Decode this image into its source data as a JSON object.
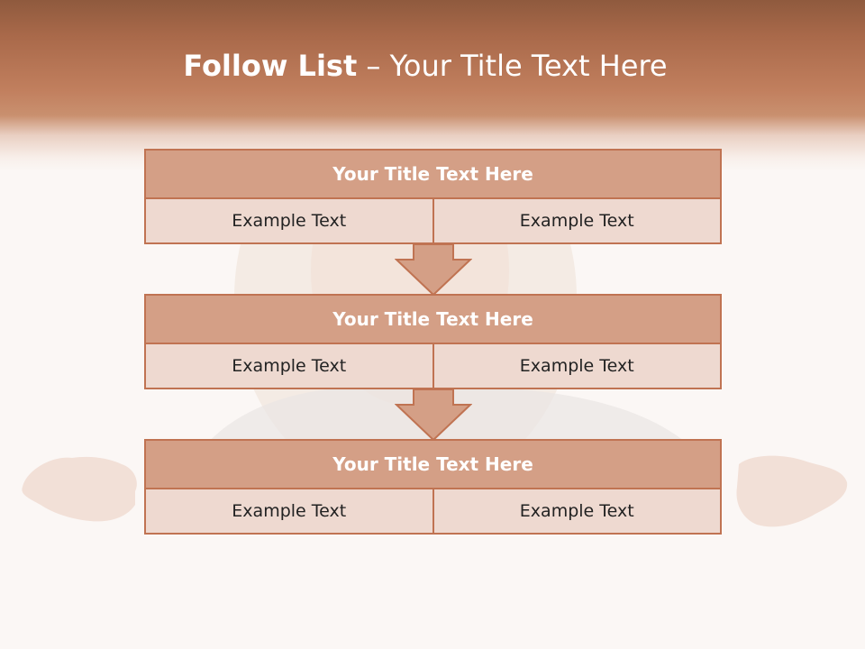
{
  "header": {
    "title_bold": "Follow List",
    "title_rest": " – Your Title Text Here"
  },
  "diagram": {
    "stages": [
      {
        "title": "Your Title Text Here",
        "left": "Example Text",
        "right": "Example Text"
      },
      {
        "title": "Your Title Text Here",
        "left": "Example Text",
        "right": "Example Text"
      },
      {
        "title": "Your Title Text Here",
        "left": "Example Text",
        "right": "Example Text"
      }
    ]
  },
  "colors": {
    "header": "#c17f5e",
    "box_title_fill": "#d49f86",
    "box_cell_fill": "#eed9d0",
    "box_border": "#c07352",
    "arrow_fill": "#d49f86"
  }
}
